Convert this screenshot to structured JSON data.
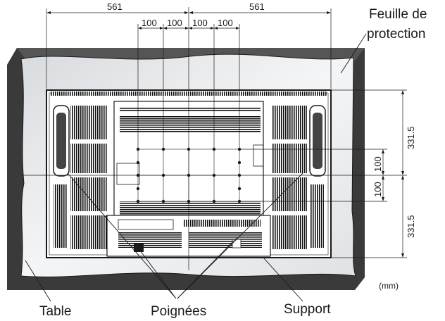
{
  "dimensions": {
    "left_width": "561",
    "right_width": "561",
    "spacings": [
      "100",
      "100",
      "100",
      "100"
    ],
    "right_upper": "331.5",
    "right_mid_upper": "100",
    "right_mid_lower": "100",
    "right_lower": "331.5"
  },
  "labels": {
    "protection_line1": "Feuille de",
    "protection_line2": "protection",
    "table": "Table",
    "handles": "Poignées",
    "support": "Support",
    "unit": "(mm)"
  },
  "colors": {
    "frame": "#3a3a3a",
    "sheet": "#e9ebed",
    "panel": "#ffffff",
    "vent": "#111111",
    "line": "#1a1a1a"
  }
}
